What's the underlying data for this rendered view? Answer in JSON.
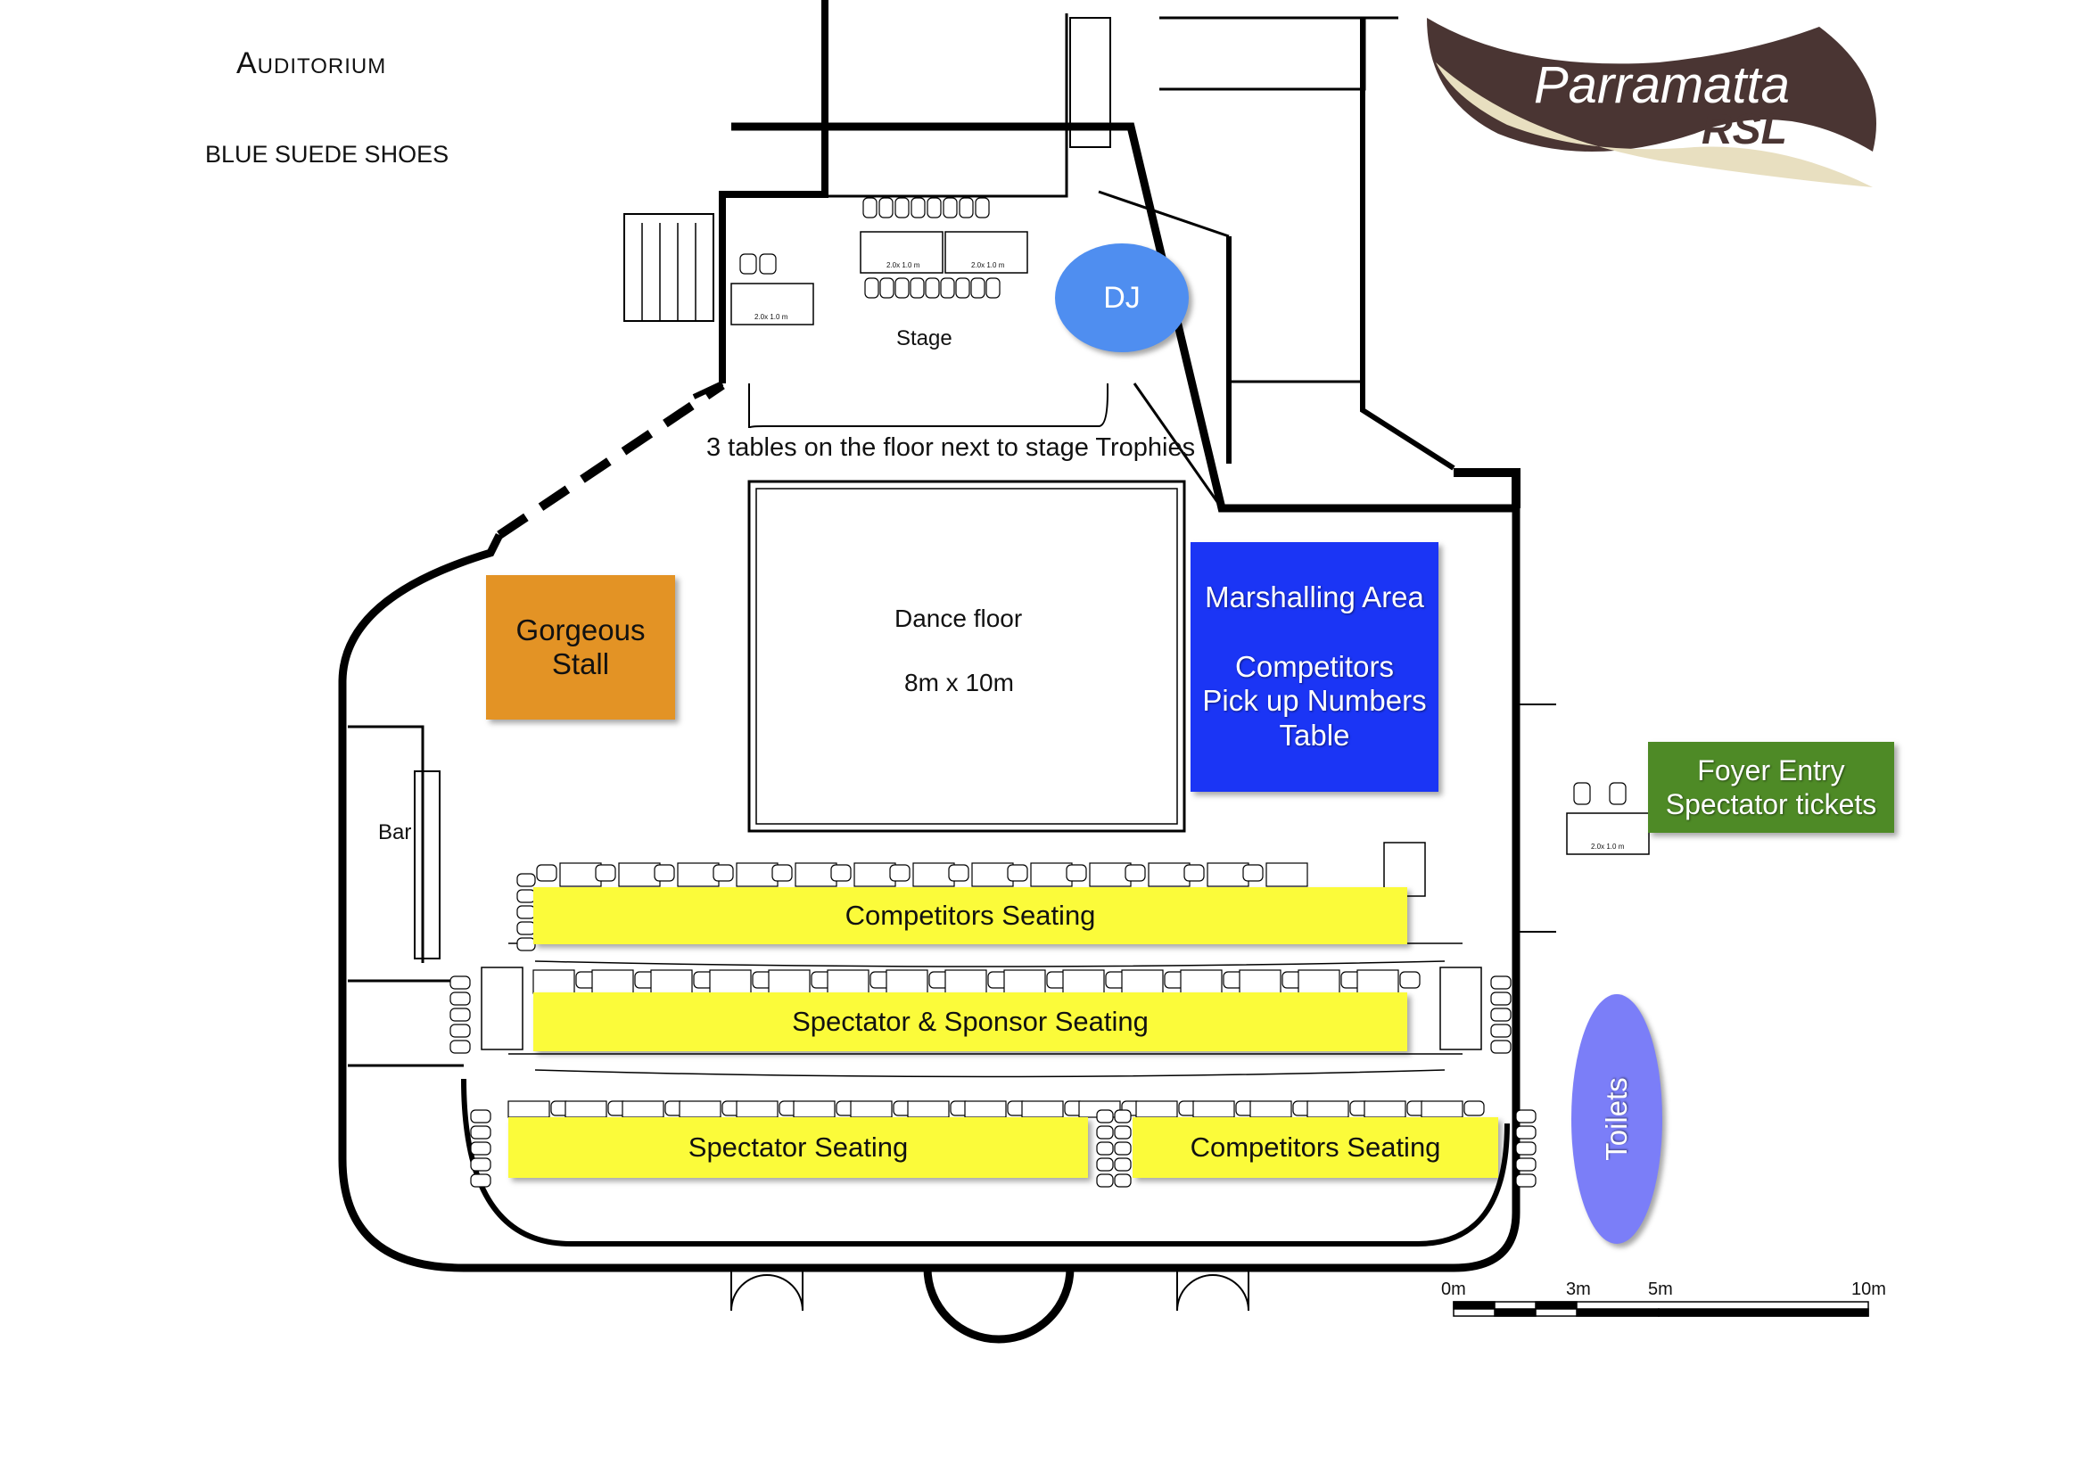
{
  "header": {
    "title": "Auditorium",
    "subtitle": "BLUE SUEDE SHOES"
  },
  "logo": {
    "line1": "Parramatta",
    "line2": "RSL",
    "colors": {
      "dark": "#4a3533",
      "cream": "#e8dfc0",
      "text": "#ffffff"
    }
  },
  "rooms": {
    "stage": "Stage",
    "stage_note": "3 tables on the floor next to stage Trophies",
    "dance_floor": "Dance floor",
    "dance_floor_size": "8m x 10m",
    "bar": "Bar"
  },
  "zones": {
    "dj": {
      "label": "DJ",
      "color": "#4f8ef0"
    },
    "gorgeous_stall": {
      "label": "Gorgeous\nStall",
      "color": "#e39325"
    },
    "marshalling": {
      "label": "Marshalling Area\n\nCompetitors\nPick up Numbers\nTable",
      "color": "#1b35f5"
    },
    "foyer": {
      "label": "Foyer Entry\nSpectator tickets",
      "color": "#4e8a26"
    },
    "toilets": {
      "label": "Toilets",
      "color": "#7b7ef8"
    },
    "competitors_seating_top": {
      "label": "Competitors Seating",
      "color": "#fbfb3a"
    },
    "spectator_sponsor_seating": {
      "label": "Spectator & Sponsor Seating",
      "color": "#fbfb3a"
    },
    "spectator_seating": {
      "label": "Spectator Seating",
      "color": "#fbfb3a"
    },
    "competitors_seating_bottom": {
      "label": "Competitors Seating",
      "color": "#fbfb3a"
    }
  },
  "table_label": "2.0x 1.0 m",
  "scale_bar": {
    "labels": [
      "0m",
      "3m",
      "5m",
      "10m"
    ]
  }
}
